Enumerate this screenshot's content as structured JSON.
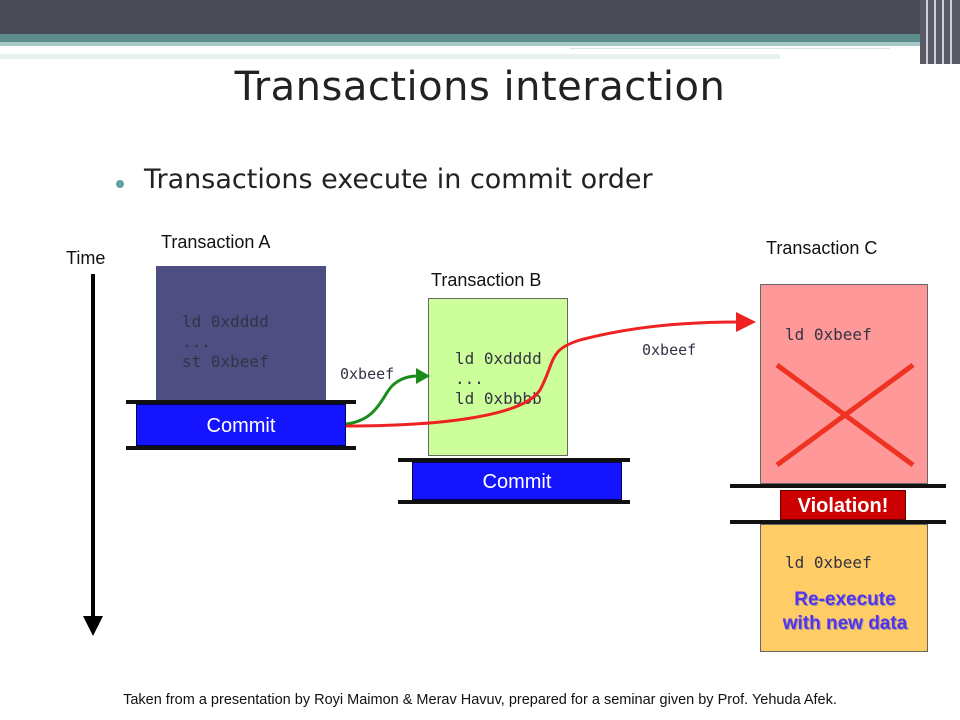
{
  "title": "Transactions interaction",
  "bullet": "Transactions execute in commit order",
  "time_label": "Time",
  "transactions": [
    {
      "name": "Transaction A",
      "code": [
        "ld 0xdddd",
        "...",
        "st 0xbeef"
      ],
      "commit_label": "Commit",
      "color": "#4e4e82"
    },
    {
      "name": "Transaction B",
      "code": [
        "ld 0xdddd",
        "...",
        "ld 0xbbbb"
      ],
      "commit_label": "Commit",
      "color": "#ccff99"
    },
    {
      "name": "Transaction C",
      "code": [
        "ld 0xbeef"
      ],
      "violation_label": "Violation!",
      "reexec_code": "ld 0xbeef",
      "reexec_label_1": "Re-execute",
      "reexec_label_2": "with new data",
      "color": "#ff9999",
      "reexec_color": "#ffcc66"
    }
  ],
  "arrow_labels": [
    "0xbeef",
    "0xbeef"
  ],
  "colors": {
    "commit": "#1414ff",
    "arrow_green": "#1a8c1a",
    "arrow_red": "#ee2222",
    "violation": "#cc0000",
    "cross": "#ee3322"
  },
  "footer": "Taken from a presentation by Royi Maimon & Merav Havuv, prepared for a seminar given by Prof. Yehuda Afek."
}
